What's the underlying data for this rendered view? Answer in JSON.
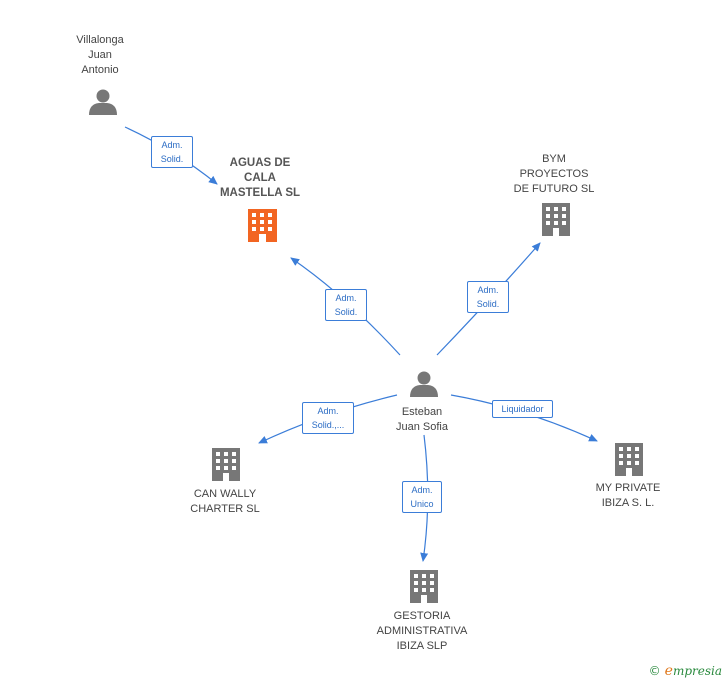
{
  "nodes": {
    "villalonga": "Villalonga\nJuan\nAntonio",
    "aguas": "AGUAS DE\nCALA\nMASTELLA  SL",
    "bym": "BYM\nPROYECTOS\nDE FUTURO  SL",
    "esteban": "Esteban\nJuan Sofia",
    "can_wally": "CAN WALLY\nCHARTER  SL",
    "my_private": "MY PRIVATE\nIBIZA S. L.",
    "gestoria": "GESTORIA\nADMINISTRATIVA\nIBIZA SLP"
  },
  "edges": {
    "villalonga_aguas": "Adm.\nSolid.",
    "esteban_aguas": "Adm.\nSolid.",
    "esteban_bym": "Adm.\nSolid.",
    "esteban_canwally": "Adm.\nSolid.,...",
    "esteban_myprivate": "Liquidador",
    "esteban_gestoria": "Adm.\nUnico"
  },
  "footer": {
    "copyright": "©",
    "brand_initial": "e",
    "brand_rest": "mpresia"
  },
  "colors": {
    "edge": "#3b7dd8",
    "main_building": "#f26522",
    "building": "#777777",
    "person": "#777777"
  },
  "icons": {
    "person": "person-icon",
    "building": "building-icon"
  }
}
